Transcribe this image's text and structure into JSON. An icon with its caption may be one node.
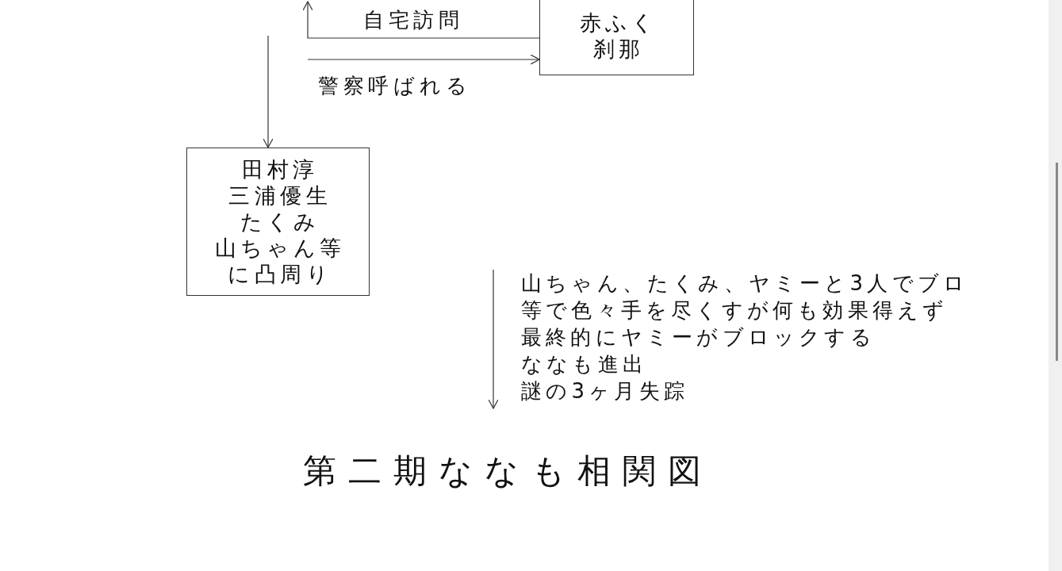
{
  "diagram": {
    "title": "第二期ななも相関図",
    "nodes": [
      {
        "text": [
          "赤ふく",
          "刹那"
        ]
      },
      {
        "text": [
          "田村淳",
          "三浦優生",
          "たくみ",
          "山ちゃん等",
          "に凸周り"
        ]
      }
    ],
    "edges": [
      {
        "from": 0,
        "to": null,
        "arrow": "to",
        "label": "自宅訪問"
      },
      {
        "from": null,
        "to": 0,
        "arrow": "to",
        "label": "警察呼ばれる"
      },
      {
        "from": null,
        "to": 1,
        "arrow": "to"
      }
    ],
    "labels": [
      "山ちゃん、たくみ、ヤミーと3人でブロ",
      "等で色々手を尽くすが何も効果得えず",
      "最終的にヤミーがブロックする",
      "ななも進出",
      "謎の3ヶ月失踪"
    ]
  }
}
